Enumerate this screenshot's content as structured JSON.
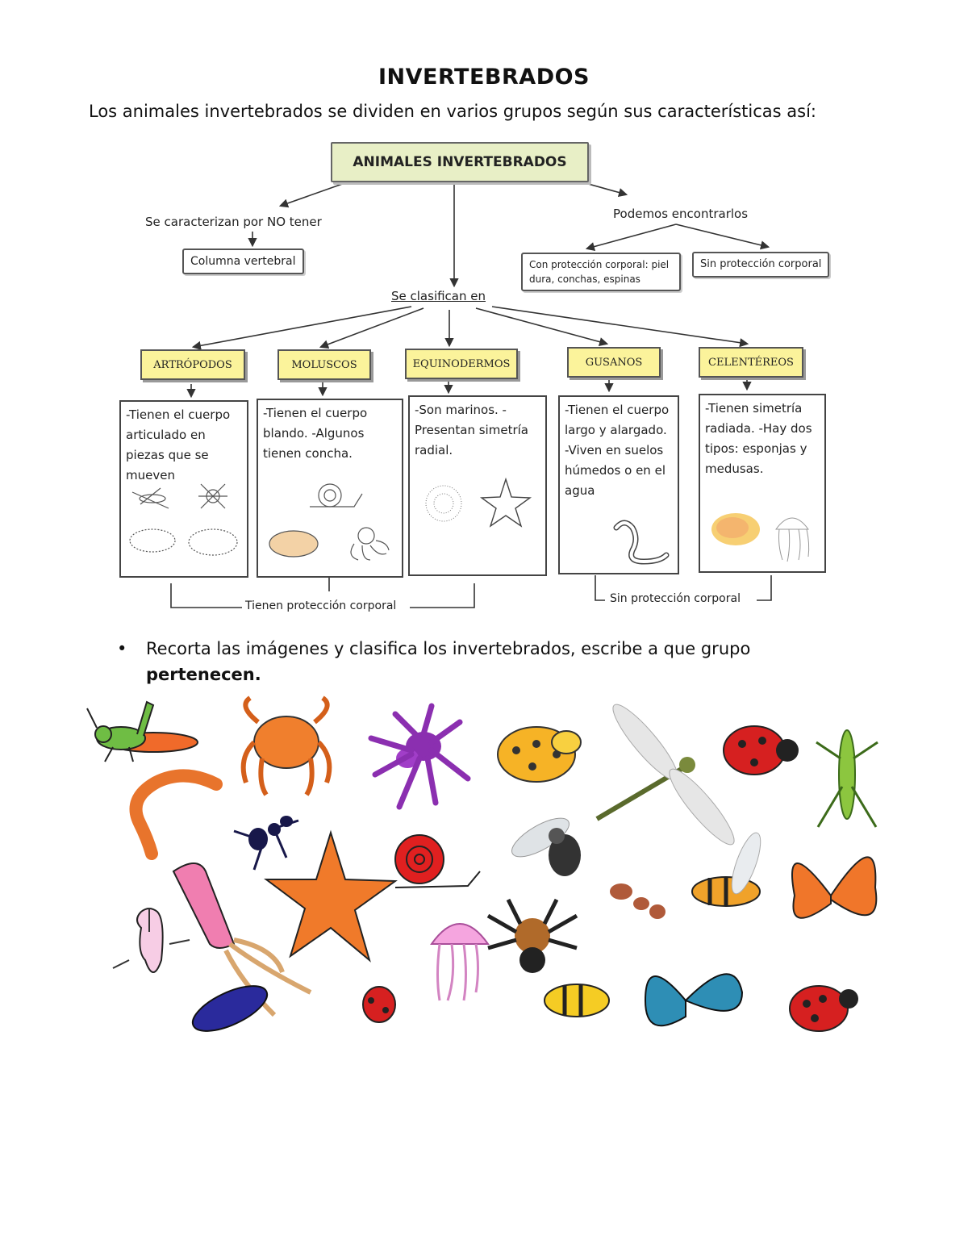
{
  "title": "INVERTEBRADOS",
  "intro": "Los animales invertebrados se dividen en varios grupos según sus características así:",
  "diagram": {
    "root": "ANIMALES INVERTEBRADOS",
    "left_branch": "Se caracterizan por NO tener",
    "left_box": "Columna vertebral",
    "right_branch": "Podemos encontrarlos",
    "right_box_1": "Con protección corporal: piel dura, conchas, espinas",
    "right_box_2": "Sin protección corporal",
    "center_branch": "Se clasifican en",
    "groups": [
      {
        "label": "ARTRÓPODOS",
        "text": "-Tienen el cuerpo articulado en piezas que se mueven"
      },
      {
        "label": "MOLUSCOS",
        "text": "-Tienen el cuerpo blando. -Algunos tienen concha."
      },
      {
        "label": "EQUINODERMOS",
        "text": "-Son marinos. -Presentan simetría radial."
      },
      {
        "label": "GUSANOS",
        "text": "-Tienen el cuerpo largo y alargado. -Viven en suelos húmedos o en el agua"
      },
      {
        "label": "CELENTÉREOS",
        "text": "-Tienen simetría radiada. -Hay dos tipos: esponjas y medusas."
      }
    ],
    "bottom_left": "Tienen protección corporal",
    "bottom_right": "Sin protección corporal"
  },
  "instruction": {
    "bullet": "•",
    "text": "Recorta las imágenes y clasifica los invertebrados, escribe a que grupo",
    "bold": "pertenecen."
  },
  "colors": {
    "group_label_bg": "#fbf39b",
    "root_bg": "#e8efc6"
  }
}
